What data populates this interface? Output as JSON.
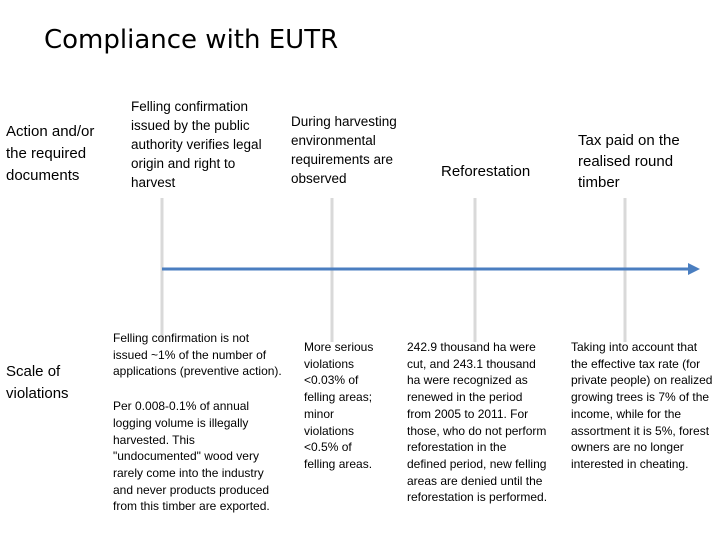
{
  "title": "Compliance with EUTR",
  "rows": {
    "action": "Action and/or the required documents",
    "scale": "Scale of violations"
  },
  "stages": [
    {
      "top": "Felling confirmation issued by the public authority verifies legal origin and right to harvest",
      "bottom": [
        "Felling confirmation is not issued ~1% of the number of applications (preventive action).",
        "Per 0.008-0.1% of annual logging volume is   illegally harvested. This \"undocumented\" wood very rarely come into the industry and never products produced from this timber are exported."
      ]
    },
    {
      "top": "During harvesting environmental requirements are observed",
      "bottom": [
        "More serious violations <0.03% of felling areas; minor violations <0.5% of felling areas."
      ]
    },
    {
      "top": "Reforestation",
      "bottom": [
        "242.9 thousand ha were cut, and 243.1 thousand ha were recognized as renewed in the period from 2005 to 2011. For those, who do not perform reforestation in the defined period, new felling areas are denied until the reforestation is performed."
      ]
    },
    {
      "top": "Tax paid on the realised round timber",
      "bottom": [
        "Taking into account that the effective tax rate (for private people) on realized growing trees is 7% of the income, while for the assortment it is 5%, forest owners are no longer interested in cheating."
      ]
    }
  ],
  "colors": {
    "axis": "#4a7ec0",
    "marker": "#d9d9d9"
  }
}
